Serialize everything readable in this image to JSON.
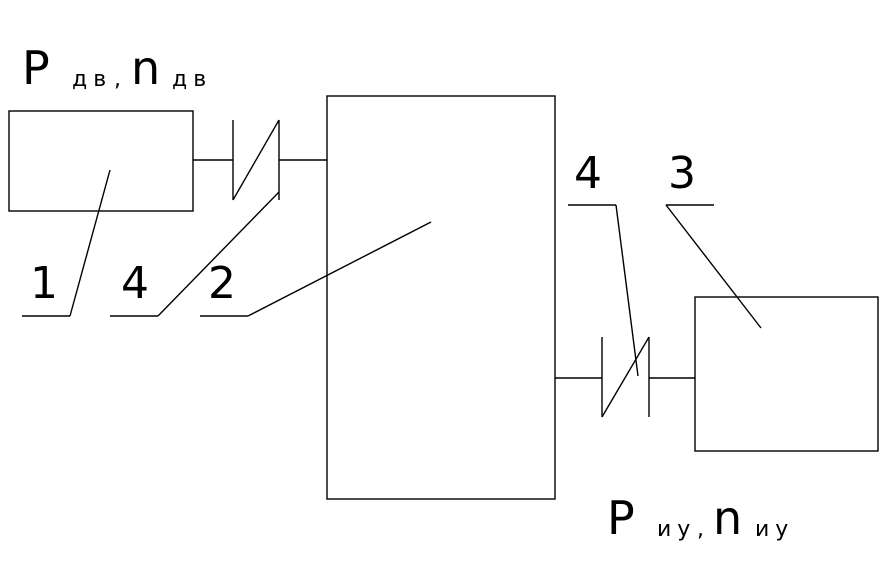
{
  "labels": {
    "input_power": {
      "main": "P",
      "sub1": "дв",
      "sep": ",",
      "main2": "n",
      "sub2": "дв"
    },
    "output_power": {
      "main": "P",
      "sub1": "иу",
      "sep": ",",
      "main2": "n",
      "sub2": "иу"
    }
  },
  "callouts": {
    "motor": "1",
    "coupling_left": "4",
    "gearbox": "2",
    "coupling_right": "4",
    "machine": "3"
  }
}
